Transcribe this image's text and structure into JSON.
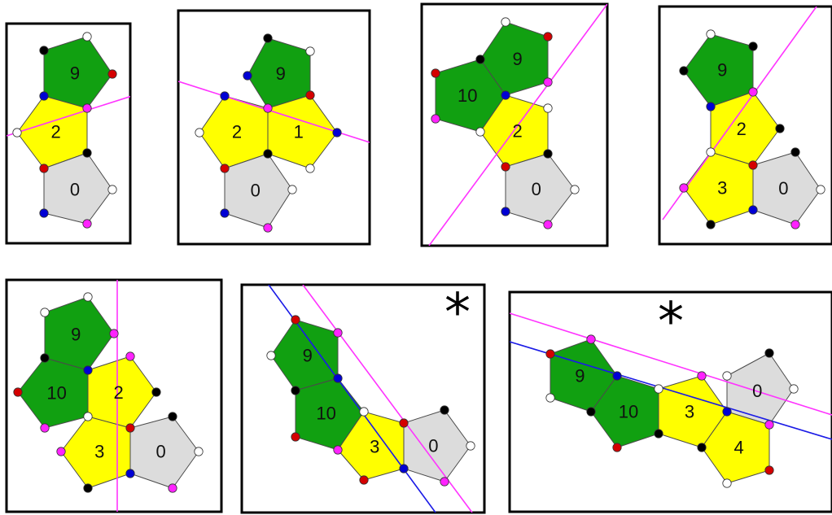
{
  "colors": {
    "green": "#11a011",
    "yellow": "#ffff00",
    "gray": "#dcdcdc",
    "dot_black": "#000000",
    "dot_white": "#ffffff",
    "dot_red": "#d40000",
    "dot_blue": "#0000d4",
    "dot_magenta": "#ff22ff",
    "line_magenta": "#ff33ff",
    "line_blue": "#1a1ae6"
  },
  "panels": [
    {
      "id": "p1",
      "marker": "",
      "pentagons": [
        {
          "label": "9",
          "fill": "green"
        },
        {
          "label": "2",
          "fill": "yellow"
        },
        {
          "label": "0",
          "fill": "gray"
        }
      ]
    },
    {
      "id": "p2",
      "marker": "",
      "pentagons": [
        {
          "label": "9",
          "fill": "green"
        },
        {
          "label": "2",
          "fill": "yellow"
        },
        {
          "label": "1",
          "fill": "yellow"
        },
        {
          "label": "0",
          "fill": "gray"
        }
      ]
    },
    {
      "id": "p3",
      "marker": "",
      "pentagons": [
        {
          "label": "9",
          "fill": "green"
        },
        {
          "label": "10",
          "fill": "green"
        },
        {
          "label": "2",
          "fill": "yellow"
        },
        {
          "label": "0",
          "fill": "gray"
        }
      ]
    },
    {
      "id": "p4",
      "marker": "",
      "pentagons": [
        {
          "label": "9",
          "fill": "green"
        },
        {
          "label": "2",
          "fill": "yellow"
        },
        {
          "label": "3",
          "fill": "yellow"
        },
        {
          "label": "0",
          "fill": "gray"
        }
      ]
    },
    {
      "id": "p5",
      "marker": "",
      "pentagons": [
        {
          "label": "9",
          "fill": "green"
        },
        {
          "label": "10",
          "fill": "green"
        },
        {
          "label": "2",
          "fill": "yellow"
        },
        {
          "label": "3",
          "fill": "yellow"
        },
        {
          "label": "0",
          "fill": "gray"
        }
      ]
    },
    {
      "id": "p6",
      "marker": "*",
      "pentagons": [
        {
          "label": "9",
          "fill": "green"
        },
        {
          "label": "10",
          "fill": "green"
        },
        {
          "label": "3",
          "fill": "yellow"
        },
        {
          "label": "0",
          "fill": "gray"
        }
      ]
    },
    {
      "id": "p7",
      "marker": "*",
      "pentagons": [
        {
          "label": "9",
          "fill": "green"
        },
        {
          "label": "10",
          "fill": "green"
        },
        {
          "label": "3",
          "fill": "yellow"
        },
        {
          "label": "0",
          "fill": "gray"
        },
        {
          "label": "4",
          "fill": "yellow"
        }
      ]
    }
  ]
}
